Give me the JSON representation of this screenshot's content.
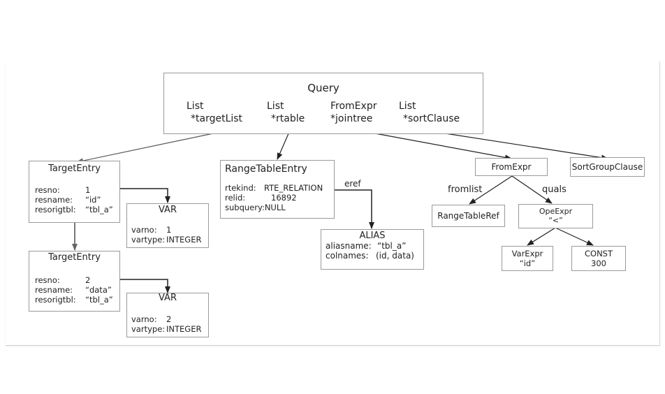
{
  "diagram": {
    "query": {
      "title": "Query",
      "fields": [
        {
          "type": "List",
          "name": "*targetList"
        },
        {
          "type": "List",
          "name": "*rtable"
        },
        {
          "type": "FromExpr",
          "name": "*jointree"
        },
        {
          "type": "List",
          "name": "*sortClause"
        }
      ]
    },
    "target_entries": [
      {
        "title": "TargetEntry",
        "rows": [
          {
            "key": "resno:",
            "value": "1"
          },
          {
            "key": "resname:",
            "value": "“id”"
          },
          {
            "key": "resorigtbl:",
            "value": "“tbl_a”"
          }
        ],
        "var": {
          "title": "VAR",
          "rows": [
            {
              "key": "varno:",
              "value": "1"
            },
            {
              "key": "vartype:",
              "value": "INTEGER"
            }
          ]
        }
      },
      {
        "title": "TargetEntry",
        "rows": [
          {
            "key": "resno:",
            "value": "2"
          },
          {
            "key": "resname:",
            "value": "“data”"
          },
          {
            "key": "resorigtbl:",
            "value": "“tbl_a”"
          }
        ],
        "var": {
          "title": "VAR",
          "rows": [
            {
              "key": "varno:",
              "value": "2"
            },
            {
              "key": "vartype:",
              "value": "INTEGER"
            }
          ]
        }
      }
    ],
    "range_table_entry": {
      "title": "RangeTableEntry",
      "rows": [
        {
          "key": "rtekind:",
          "value": "RTE_RELATION"
        },
        {
          "key": "relid:",
          "value": "16892"
        },
        {
          "key": "subquery:",
          "value": "NULL"
        }
      ],
      "edge_label": "eref"
    },
    "alias": {
      "title": "ALIAS",
      "rows": [
        {
          "key": "aliasname:",
          "value": "“tbl_a”"
        },
        {
          "key": "colnames:",
          "value": "(id, data)"
        }
      ]
    },
    "from_expr": {
      "title": "FromExpr",
      "edge_fromlist": "fromlist",
      "edge_quals": "quals"
    },
    "sort_group_clause": {
      "title": "SortGroupClause"
    },
    "range_table_ref": {
      "title": "RangeTableRef"
    },
    "ope_expr": {
      "title": "OpeExpr",
      "operator": "“<”"
    },
    "var_expr": {
      "title": "VarExpr",
      "value": "“id”"
    },
    "const": {
      "title": "CONST",
      "value": "300"
    }
  }
}
